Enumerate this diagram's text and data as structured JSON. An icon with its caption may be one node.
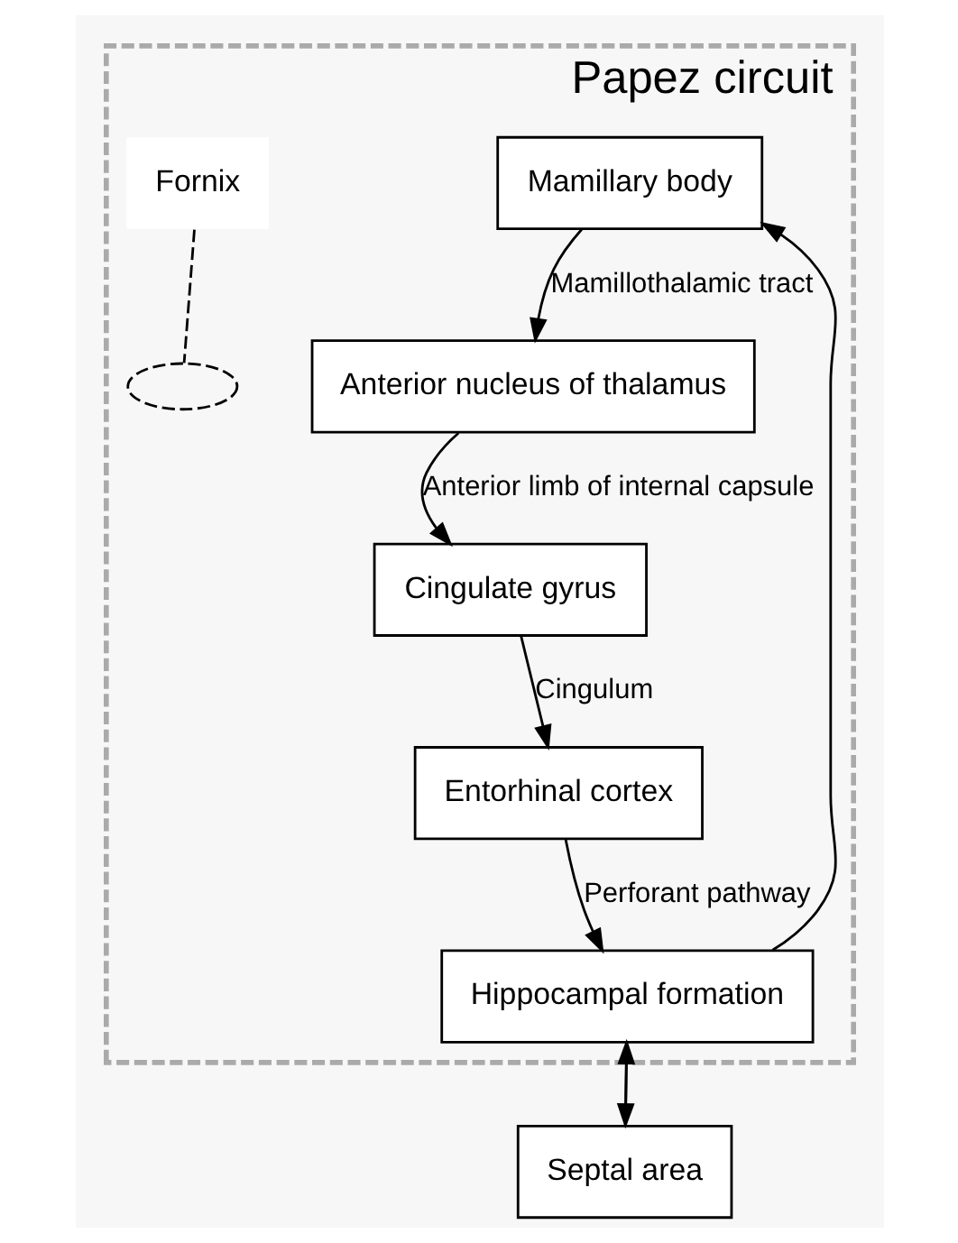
{
  "diagram": {
    "nodes": [
      {
        "text": [
          "Septal area"
        ]
      },
      {
        "text": [
          "Papez circuit"
        ]
      },
      {
        "text": [
          "Mamillary body"
        ],
        "in": 1
      },
      {
        "text": [
          "Anterior nucleus of thalamus"
        ],
        "in": 1
      },
      {
        "text": [
          "Cingulate gyrus"
        ],
        "in": 1
      },
      {
        "text": [
          "Entorhinal cortex"
        ],
        "in": 1
      },
      {
        "text": [
          "Hippocampal formation"
        ],
        "in": 1
      },
      {
        "text": [
          "Fornix"
        ],
        "in": 1
      },
      {
        "text": [],
        "shape": "ellipse",
        "in": 1
      }
    ],
    "edges": [
      {
        "from": 2,
        "to": 3,
        "arrow": "to",
        "label": "Mamillothalamic tract"
      },
      {
        "from": 3,
        "to": 4,
        "arrow": "to",
        "label": "Anterior limb of internal capsule"
      },
      {
        "from": 4,
        "to": 5,
        "arrow": "to",
        "label": "Cingulum"
      },
      {
        "from": 5,
        "to": 6,
        "arrow": "to",
        "label": "Perforant pathway"
      },
      {
        "from": 0,
        "to": 6,
        "arrow": "to"
      },
      {
        "from": 6,
        "to": 0,
        "arrow": "to"
      },
      {
        "from": 6,
        "to": 2,
        "arrow": "to"
      },
      {
        "from": 7,
        "to": 8,
        "arrow": "none",
        "style": "dashed"
      }
    ]
  }
}
